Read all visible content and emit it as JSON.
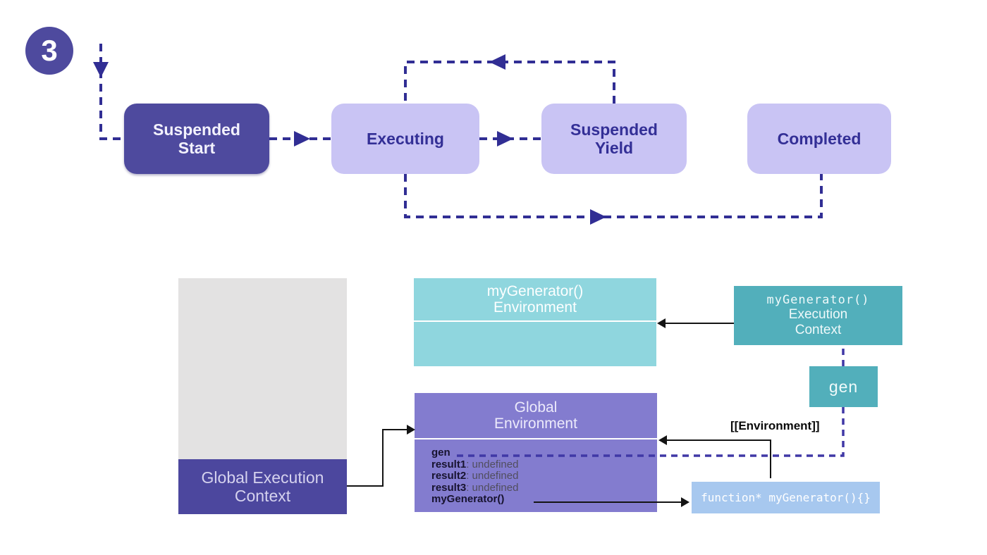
{
  "step": {
    "number": "3"
  },
  "colors": {
    "dark_purple": "#4E4A9E",
    "light_purple": "#C9C4F4",
    "state_text": "#332F96",
    "dash_indigo": "#312E94",
    "light_teal": "#8FD6DE",
    "teal": "#52AFBB",
    "environment_purple": "#837CCF",
    "function_blue": "#A7C8EF",
    "stack_gray": "#E3E2E2",
    "connector_black": "#141414"
  },
  "state_diagram": {
    "states": [
      {
        "label": "Suspended Start",
        "variant": "dark"
      },
      {
        "label": "Executing",
        "variant": "light"
      },
      {
        "label": "Suspended Yield",
        "variant": "light"
      },
      {
        "label": "Completed",
        "variant": "light"
      }
    ]
  },
  "memory_diagram": {
    "global_execution_context": {
      "label": "Global Execution Context"
    },
    "generator_environment": {
      "title": "myGenerator() Environment"
    },
    "generator_execution_context": {
      "title_code": "myGenerator()",
      "title_text": "Execution Context"
    },
    "gen_box": {
      "label": "gen"
    },
    "global_environment": {
      "title": "Global Environment",
      "variables": [
        {
          "name": "gen",
          "rest": ""
        },
        {
          "name": "result1",
          "rest": ": undefined"
        },
        {
          "name": "result2",
          "rest": ": undefined"
        },
        {
          "name": "result3",
          "rest": ": undefined"
        },
        {
          "name": "myGenerator()",
          "rest": ""
        }
      ]
    },
    "environment_link_label": "[[Environment]]",
    "function_object": {
      "code": "function* myGenerator(){}"
    }
  }
}
